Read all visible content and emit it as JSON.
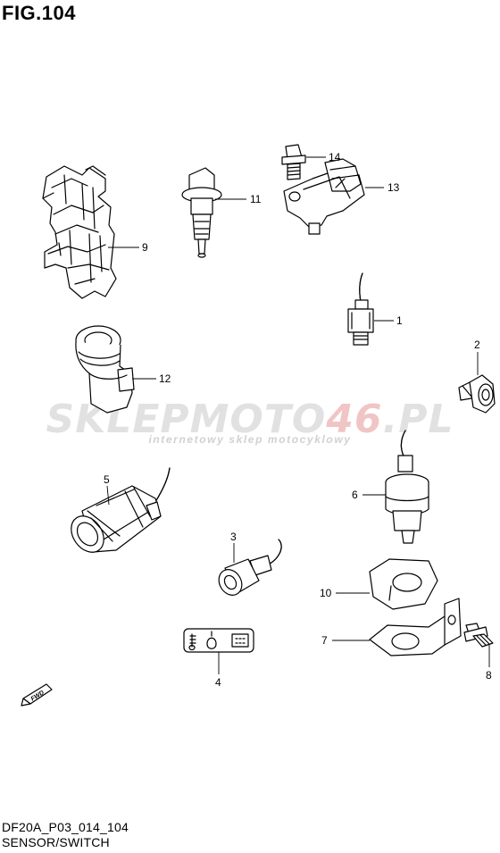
{
  "figure": {
    "title": "FIG.104",
    "code": "DF20A_P03_014_104",
    "subtitle": "SENSOR/SWITCH"
  },
  "watermark": {
    "brand_part1": "SKLEP",
    "brand_part2": "MOTO",
    "brand_part3": "46",
    "brand_part4": ".PL",
    "tagline": "internetowy sklep motocyklowy"
  },
  "callouts": [
    "1",
    "2",
    "3",
    "4",
    "5",
    "6",
    "7",
    "8",
    "9",
    "10",
    "11",
    "12",
    "13",
    "14"
  ],
  "fwd_label": "FWD"
}
